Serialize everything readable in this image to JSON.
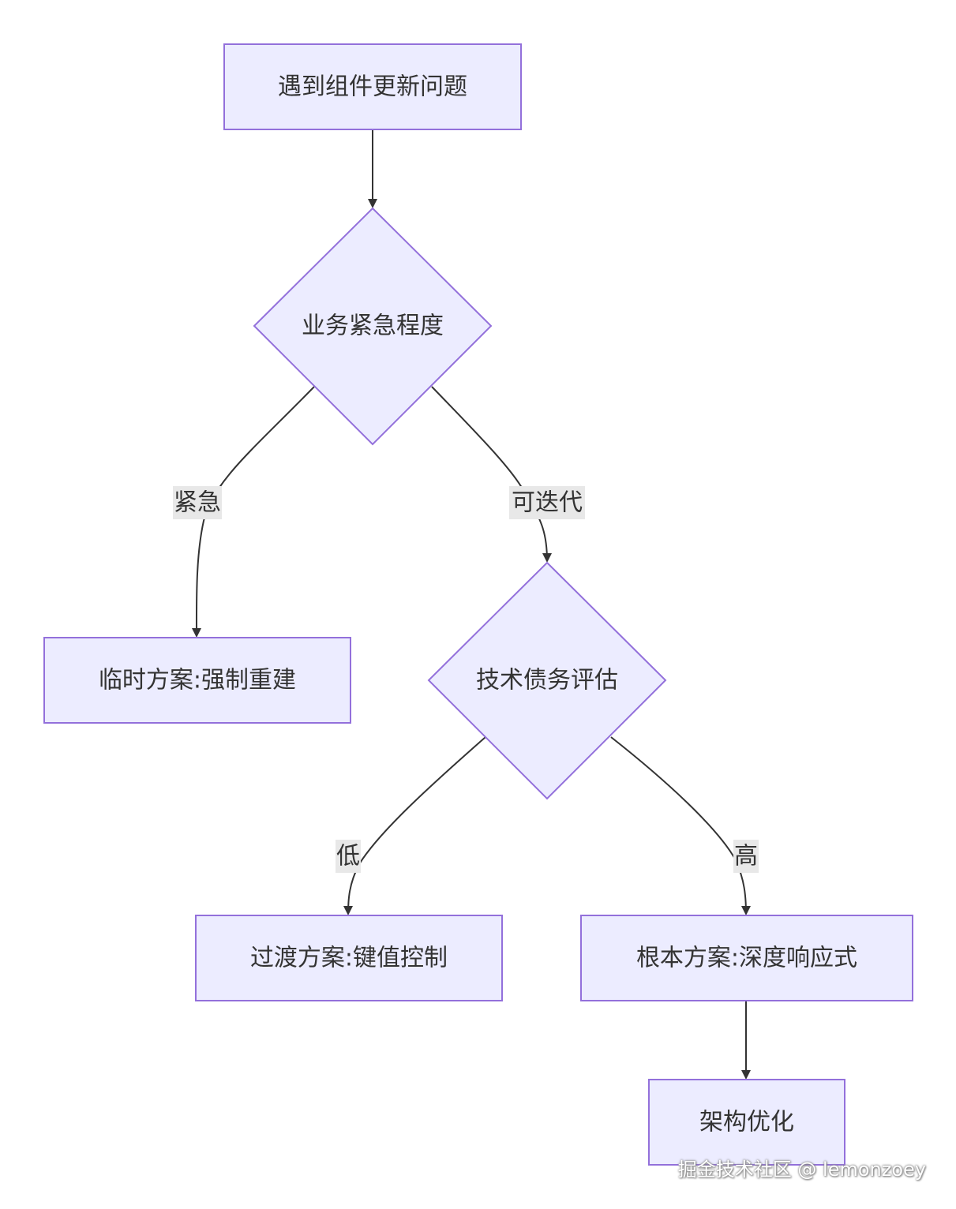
{
  "nodes": {
    "start": "遇到组件更新问题",
    "urgency": "业务紧急程度",
    "temp": "临时方案:强制重建",
    "debt": "技术债务评估",
    "transition": "过渡方案:键值控制",
    "root": "根本方案:深度响应式",
    "arch": "架构优化"
  },
  "edge_labels": {
    "urgent": "紧急",
    "iterable": "可迭代",
    "low": "低",
    "high": "高"
  },
  "watermark": "掘金技术社区 @ lemonzoey",
  "colors": {
    "node_fill": "#ececff",
    "node_stroke": "#9370db",
    "edge": "#333333",
    "label_bg": "#e8e8e8",
    "text": "#333333"
  }
}
